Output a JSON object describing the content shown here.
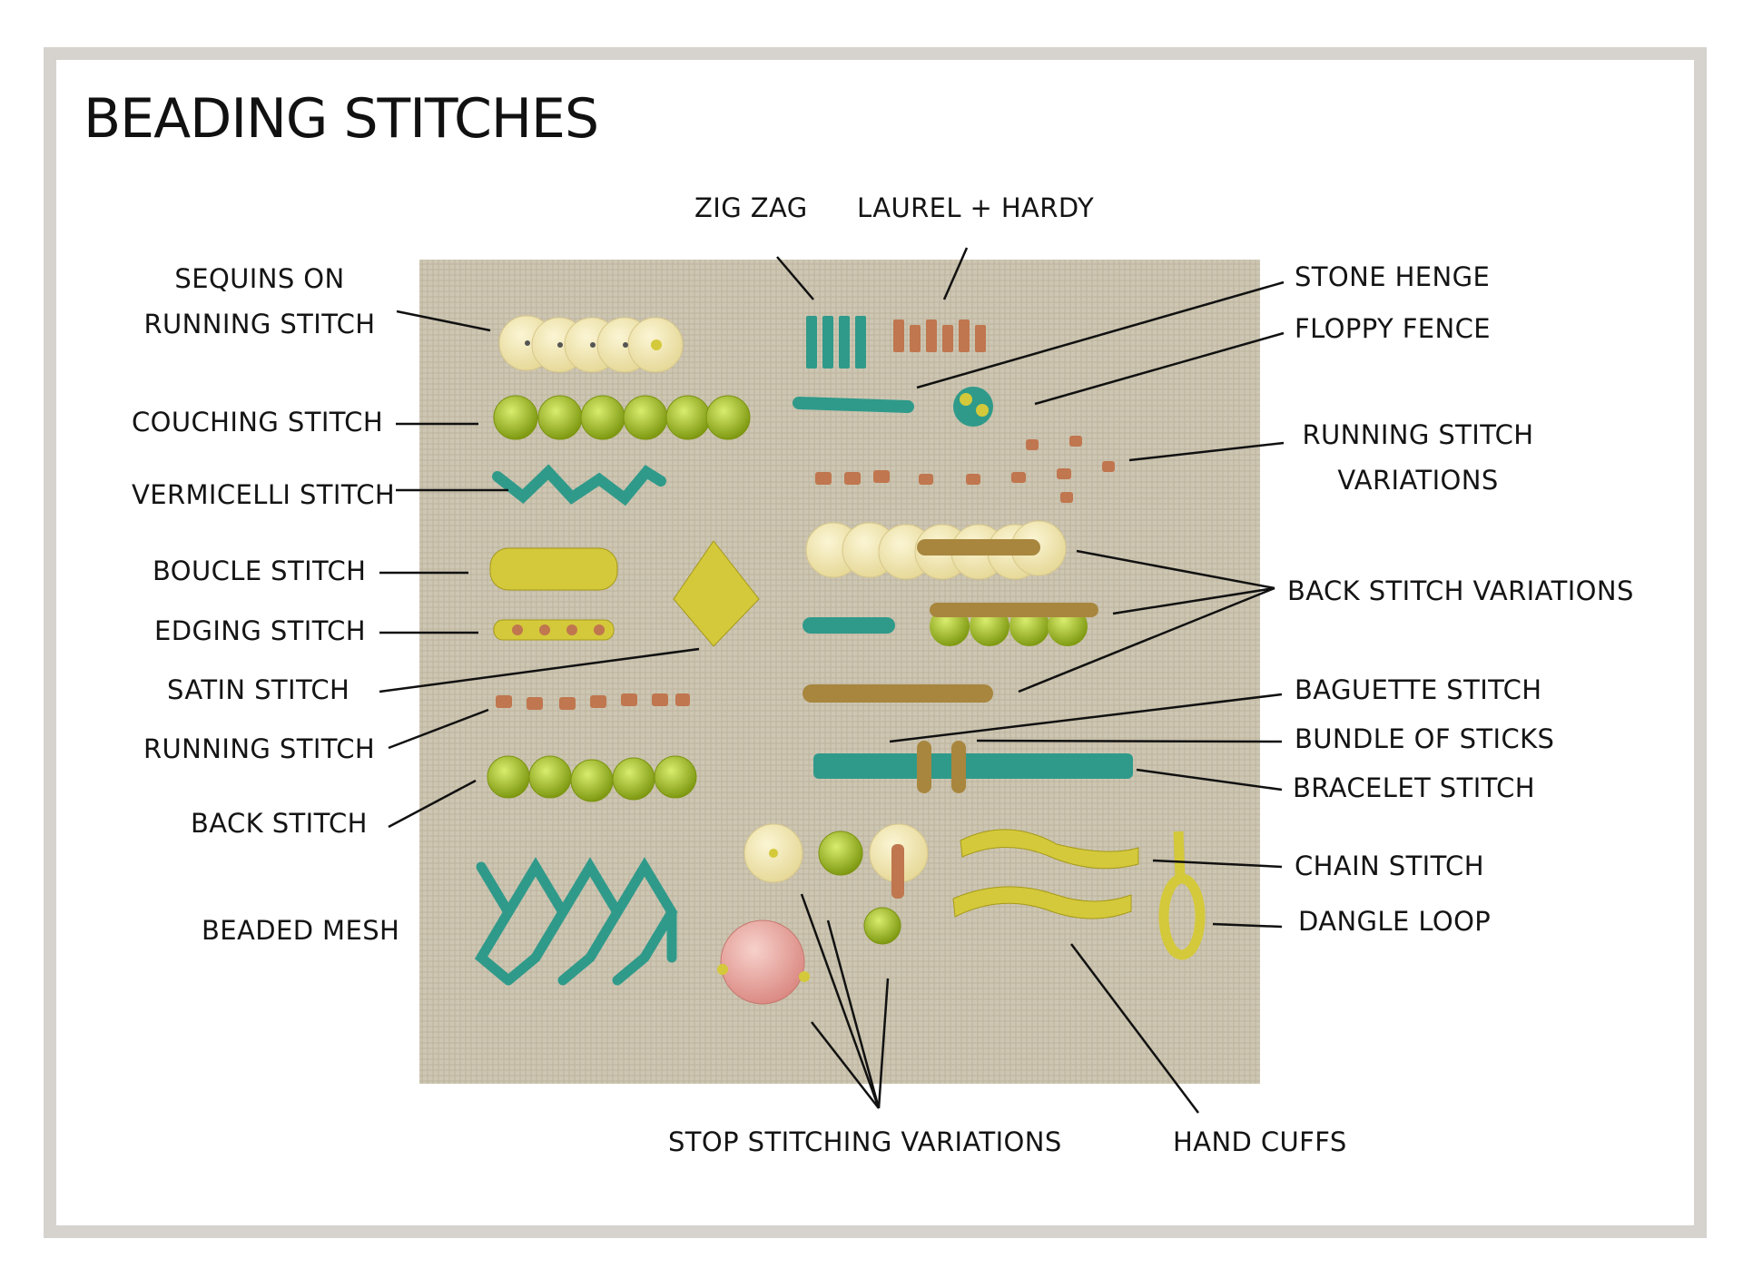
{
  "title": "BEADING STITCHES",
  "colors": {
    "frame": "#d6d3ce",
    "linen": "#cdc6b2",
    "line": "#111111",
    "sequin": "#f2e7b4",
    "glass_green": "#a7c12c",
    "teal_bugle": "#2f9a8a",
    "copper": "#c0764e",
    "gold_seed": "#d4c93a",
    "bronze": "#a8863e",
    "pink_shell": "#e9a7a2"
  },
  "labels": {
    "zig_zag": "ZIG ZAG",
    "laurel_hardy": "LAUREL + HARDY",
    "sequins_running": "SEQUINS ON\nRUNNING STITCH",
    "stone_henge": "STONE HENGE",
    "floppy_fence": "FLOPPY FENCE",
    "couching": "COUCHING STITCH",
    "running_variations": "RUNNING STITCH\nVARIATIONS",
    "vermicelli": "VERMICELLI STITCH",
    "boucle": "BOUCLE STITCH",
    "back_variations": "BACK STITCH VARIATIONS",
    "edging": "EDGING STITCH",
    "satin": "SATIN STITCH",
    "baguette": "BAGUETTE STITCH",
    "bundle": "BUNDLE OF STICKS",
    "running": "RUNNING STITCH",
    "bracelet": "BRACELET STITCH",
    "back": "BACK STITCH",
    "chain": "CHAIN STITCH",
    "beaded_mesh": "BEADED MESH",
    "dangle_loop": "DANGLE LOOP",
    "stop_variations": "STOP STITCHING VARIATIONS",
    "hand_cuffs": "HAND CUFFS"
  }
}
